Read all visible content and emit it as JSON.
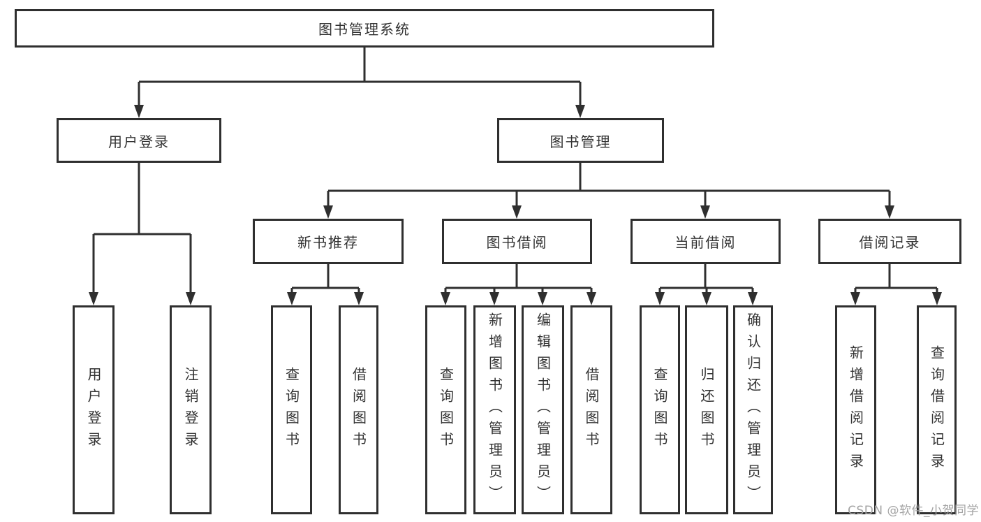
{
  "tree": {
    "root": {
      "label": "图书管理系统"
    },
    "branches": [
      {
        "label": "用户登录",
        "children": [
          {
            "label": "用户登录"
          },
          {
            "label": "注销登录"
          }
        ]
      },
      {
        "label": "图书管理",
        "sections": [
          {
            "label": "新书推荐",
            "children": [
              {
                "label": "查询图书"
              },
              {
                "label": "借阅图书"
              }
            ]
          },
          {
            "label": "图书借阅",
            "children": [
              {
                "label": "查询图书"
              },
              {
                "label": "新增图书（管理员）"
              },
              {
                "label": "编辑图书（管理员）"
              },
              {
                "label": "借阅图书"
              }
            ]
          },
          {
            "label": "当前借阅",
            "children": [
              {
                "label": "查询图书"
              },
              {
                "label": "归还图书"
              },
              {
                "label": "确认归还（管理员）"
              }
            ]
          },
          {
            "label": "借阅记录",
            "children": [
              {
                "label": "新增借阅记录"
              },
              {
                "label": "查询借阅记录"
              }
            ]
          }
        ]
      }
    ]
  },
  "watermark": {
    "text": "CSDN @软件_小贺同学"
  },
  "colors": {
    "line": "#2f2f2f",
    "text": "#333333",
    "watermark": "#a3a3a3",
    "background": "#ffffff"
  }
}
